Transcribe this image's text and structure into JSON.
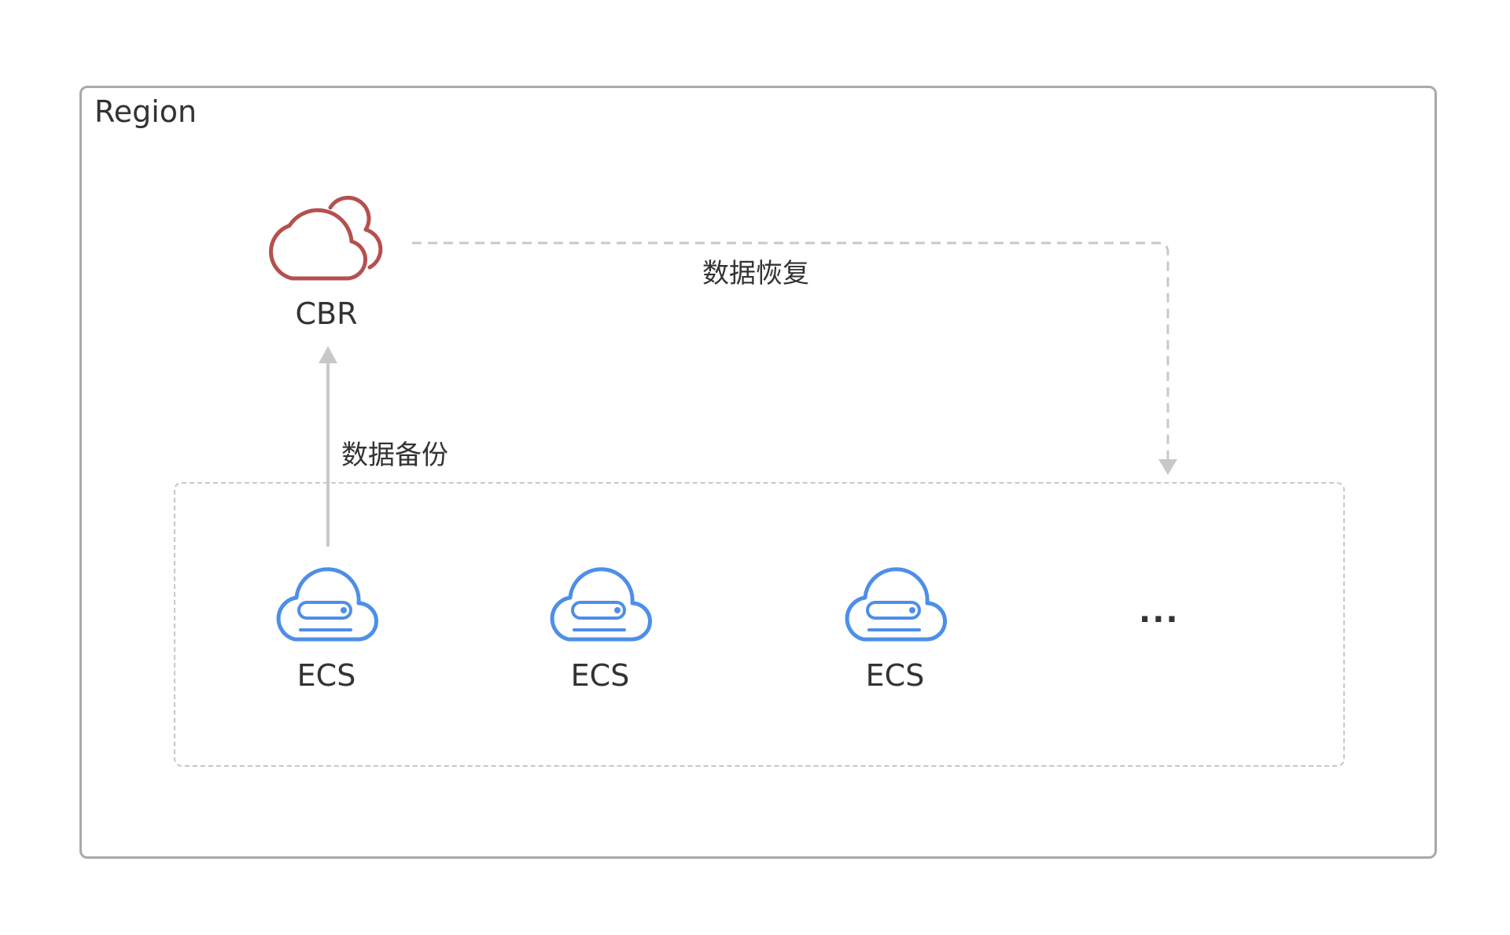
{
  "region": {
    "label": "Region"
  },
  "cbr": {
    "label": "CBR",
    "icon": "cloud-backup-icon",
    "color": "#b5504f"
  },
  "ecs_nodes": [
    {
      "label": "ECS",
      "icon": "cloud-server-icon"
    },
    {
      "label": "ECS",
      "icon": "cloud-server-icon"
    },
    {
      "label": "ECS",
      "icon": "cloud-server-icon"
    }
  ],
  "more": {
    "label": "..."
  },
  "edges": {
    "backup": {
      "label": "数据备份"
    },
    "restore": {
      "label": "数据恢复"
    }
  },
  "colors": {
    "ecs_blue": "#4d8fe8",
    "cbr_red": "#b5504f",
    "line_gray": "#c8c8c8",
    "border_gray": "#a9a9a9"
  }
}
